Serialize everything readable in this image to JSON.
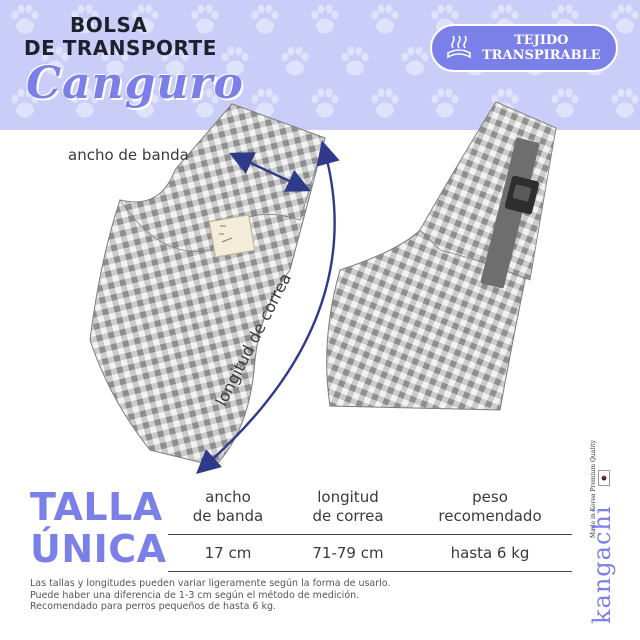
{
  "header": {
    "title_line1": "BOLSA",
    "title_line2": "DE TRANSPORTE",
    "title_script": "Canguro",
    "badge_line1": "TEJIDO",
    "badge_line2": "TRANSPIRABLE",
    "badge_icon": "breathable-fabric-icon"
  },
  "product": {
    "band_label": "ancho de banda",
    "strap_label": "longitud de correa",
    "origin_text": "Made in Korea Premium Quality",
    "brand": "kangachi"
  },
  "size": {
    "title_line1": "TALLA",
    "title_line2": "ÚNICA",
    "columns": [
      {
        "header_line1": "ancho",
        "header_line2": "de banda",
        "value": "17 cm"
      },
      {
        "header_line1": "longitud",
        "header_line2": "de correa",
        "value": "71-79 cm"
      },
      {
        "header_line1": "peso",
        "header_line2": "recomendado",
        "value": "hasta 6 kg"
      }
    ]
  },
  "footnote": {
    "line1": "Las tallas y longitudes pueden variar ligeramente según la forma de usarlo.",
    "line2": "Puede haber una diferencia de 1-3 cm según el método de medición.",
    "line3": "Recomendado para perros pequeños de hasta 6 kg."
  },
  "colors": {
    "header_bg": "#c9cdf7",
    "accent": "#7b80e8",
    "arrow": "#2f3a8a",
    "gingham_light": "#e7e7e7",
    "gingham_dark": "#9a9a9a"
  }
}
